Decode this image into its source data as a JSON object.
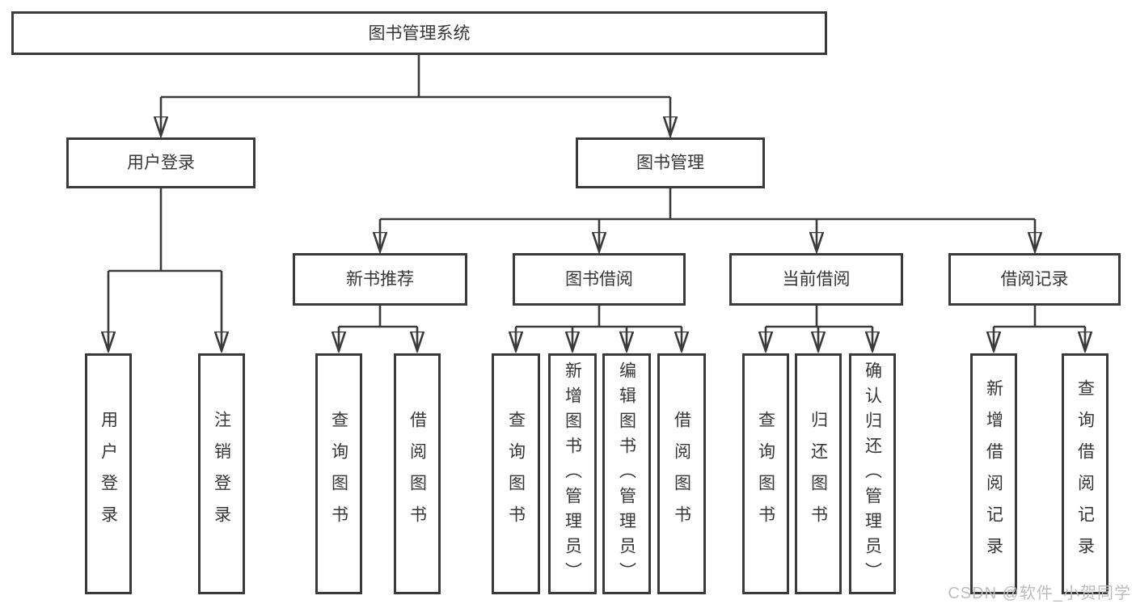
{
  "tree": {
    "root": {
      "label": "图书管理系统"
    },
    "branches": [
      {
        "label": "用户登录",
        "children": [
          {
            "label": "用户登录"
          },
          {
            "label": "注销登录"
          }
        ]
      },
      {
        "label": "图书管理",
        "children": [
          {
            "label": "新书推荐",
            "children": [
              {
                "label": "查询图书"
              },
              {
                "label": "借阅图书"
              }
            ]
          },
          {
            "label": "图书借阅",
            "children": [
              {
                "label": "查询图书"
              },
              {
                "label": "新增图书（管理员）"
              },
              {
                "label": "编辑图书（管理员）"
              },
              {
                "label": "借阅图书"
              }
            ]
          },
          {
            "label": "当前借阅",
            "children": [
              {
                "label": "查询图书"
              },
              {
                "label": "归还图书"
              },
              {
                "label": "确认归还（管理员）"
              }
            ]
          },
          {
            "label": "借阅记录",
            "children": [
              {
                "label": "新增借阅记录"
              },
              {
                "label": "查询借阅记录"
              }
            ]
          }
        ]
      }
    ]
  },
  "watermark": {
    "text": "CSDN @软件_小贺同学"
  },
  "colors": {
    "line": "#3a3a3a",
    "text": "#363636",
    "background": "#ffffff",
    "watermark": "#bdbdbd"
  }
}
